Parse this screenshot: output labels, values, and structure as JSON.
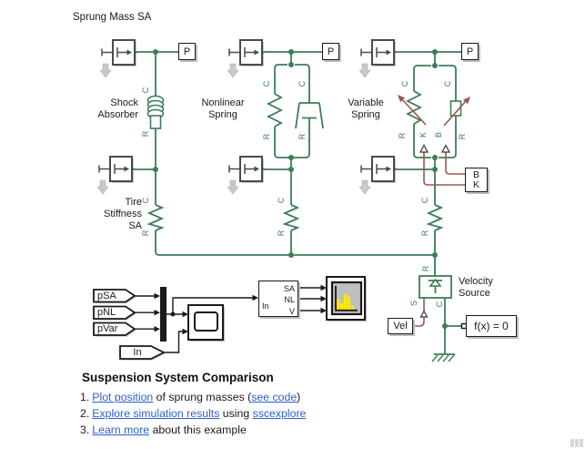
{
  "title": "Sprung Mass SA",
  "colors": {
    "physical_green": "#3C7D55",
    "ps_red": "#A2554F",
    "link_blue": "#2B5FCE",
    "scope_yellow": "#FFE800"
  },
  "ports": {
    "c": "C",
    "r": "R",
    "k": "K",
    "b": "B",
    "s": "S"
  },
  "blocks": {
    "sensor_p": "P",
    "bk_b": "B",
    "bk_k": "K",
    "vel": "Vel",
    "solver": "f(x) = 0",
    "subsystem": {
      "in": "In",
      "out_sa": "SA",
      "out_nl": "NL",
      "out_v": "V"
    },
    "goto_psa": "pSA",
    "goto_pnl": "pNL",
    "goto_pvar": "pVar",
    "inport": "In"
  },
  "names": {
    "shock": "Shock\nAbsorber",
    "nonlinear": "Nonlinear\nSpring",
    "variable": "Variable\nSpring",
    "tire": "Tire\nStiffness\nSA",
    "velocity": "Velocity\nSource"
  },
  "notes": {
    "heading": "Suspension System Comparison",
    "items": [
      {
        "num": "1.",
        "link1": "Plot position",
        "mid": " of sprung masses (",
        "link2": "see code",
        "end": ")"
      },
      {
        "num": "2.",
        "link1": "Explore simulation results",
        "mid": " using ",
        "link2": "sscexplore",
        "end": ""
      },
      {
        "num": "3.",
        "link1": "Learn more",
        "mid": " about this example",
        "end": ""
      }
    ]
  }
}
